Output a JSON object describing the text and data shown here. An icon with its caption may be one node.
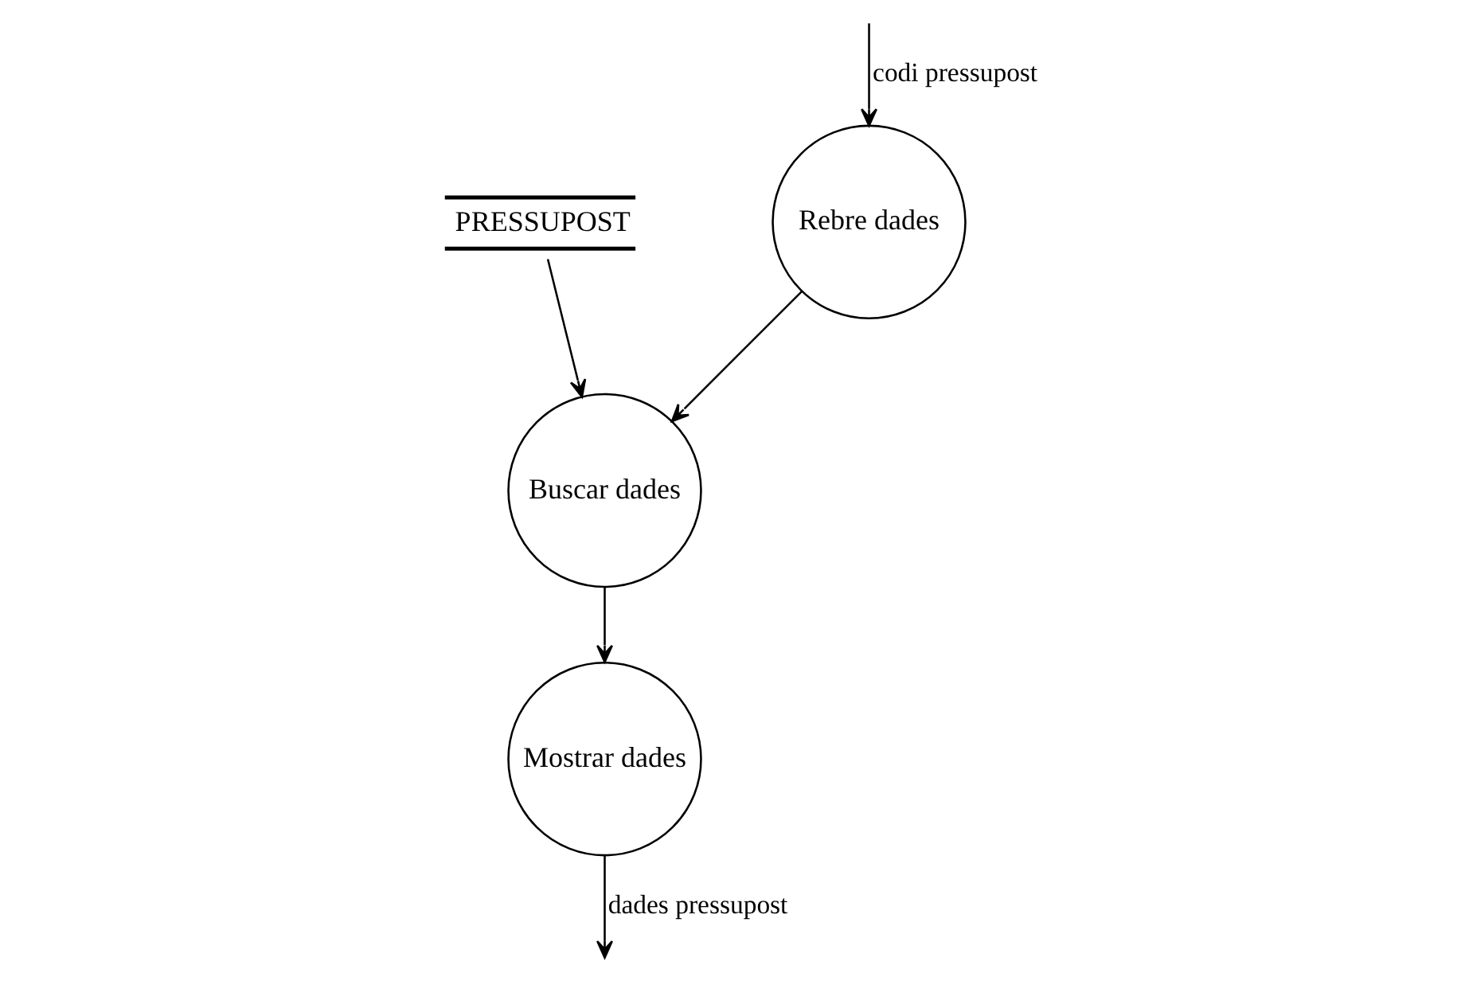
{
  "diagram": {
    "nodes": [
      {
        "text": [
          "Rebre dades"
        ]
      },
      {
        "text": [
          "Buscar dades"
        ]
      },
      {
        "text": [
          "PRESSUPOST"
        ]
      },
      {
        "text": [
          "Mostrar dades"
        ]
      }
    ],
    "edges": [
      {
        "from": null,
        "to": 0,
        "arrow": "to",
        "label": "codi pressupost"
      },
      {
        "from": 0,
        "to": 1,
        "arrow": "to"
      },
      {
        "from": 2,
        "to": 1,
        "arrow": "to"
      },
      {
        "from": 1,
        "to": 3,
        "arrow": "to"
      },
      {
        "from": 3,
        "to": null,
        "arrow": "to",
        "label": "dades pressupost"
      }
    ]
  }
}
